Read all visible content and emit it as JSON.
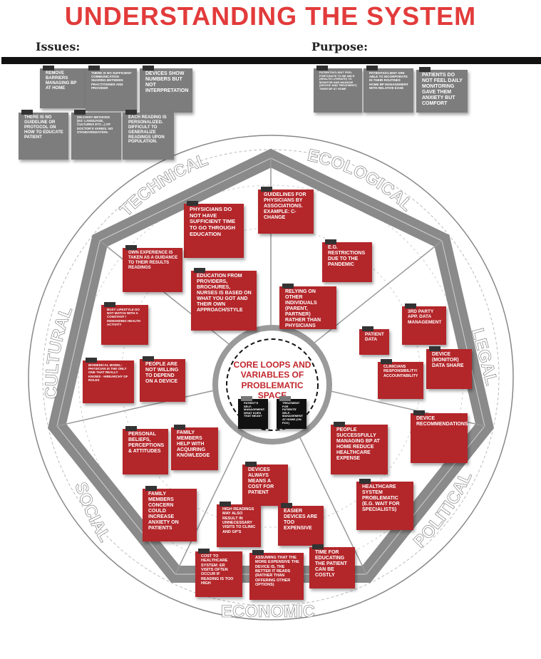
{
  "title": "UNDERSTANDING THE SYSTEM",
  "issues_label": "Issues:",
  "purpose_label": "Purpose:",
  "center_label": "CORE LOOPS AND VARIABLES OF PROBLEMATIC SPACE",
  "sectors": [
    "TECHNICAL",
    "ECOLOGICAL",
    "LEGAL",
    "POLITICAL",
    "ECONOMIC",
    "SOCIAL",
    "CULTURAL"
  ],
  "colors": {
    "title": "#e23b3b",
    "note_red": "#b3262a",
    "note_gray": "#7d7d7d",
    "band": "#8a8a8a"
  },
  "issues": [
    "REMOVE BARRIERS MANAGING BP AT HOME",
    "THERE IS NO SUFFICIENT COMMUNICATION SHARING BETWEEN PRACTITIONER AND PROVIDER",
    "DEVICES SHOW NUMBERS BUT NOT INTERPRETATION",
    "THERE IS NO GUIDELINE OR PROTOCOL ON HOW TO EDUCATE PATIENT",
    "DELIVERY METHODS (EX: LANGUAGE, CULTURES ETC...) OF DOCTOR'S VARIES. NO STANDARDIZATION.",
    "EACH READING IS PERSONALIZED. DIFFICULT TO GENERALIZE READINGS UPON POPULATION."
  ],
  "purpose": [
    "PATIENTS/CLIENT FEEL FORTUNATE TO BE ABLE (HEALTH LITERATE) TO MONITOR AND MANAGE (DEVICE AND TREATMENT) THEIR BP AT HOME",
    "PATIENTS/CLIENT ARE ABLE TO INCORPORATE IN THEIR ROUTINES HOME BP MANAGEMENT WITH RELATIVE EASE",
    "PATIENTS DO NOT FEEL DAILY MONITORING GAVE THEM ANXIETY BUT COMFORT"
  ],
  "core_notes": [
    "PATIENT'S SELF-MANAGEMENT. WHAT DOES THAT MEAN?",
    "TREATMENT FOR PATIENTS' SELF-MANAGEMENT AT HOME (ON POV)"
  ],
  "wheel_notes": [
    "GUIDELINES FOR PHYSICIANS BY ASSOCIATIONS. EXAMPLE: C-CHANGE",
    "PHYSICIANS DO NOT HAVE SUFFICIENT TIME TO GO THROUGH EDUCATION",
    "OWN EXPERIENCE IS TAKEN AS A GUIDANCE TO THEIR RESULTS READINGS",
    "E.G. RESTRICTIONS DUE TO THE PANDEMIC",
    "EDUCATION FROM PROVIDERS, BROCHURES, NURSES IS BASED ON WHAT YOU GOT AND THEIR OWN APPROACH/STYLE",
    "RELYING ON OTHER INDIVIDUALS (PARENT, PARTNER) RATHER THAN PHYSICIANS",
    "BUSY LIFESTYLE DO NOT MATCH WITH A CONSTANT / DEMANDING HEALTH ACTIVITY",
    "3RD PARTY APP. DATA MANAGEMENT",
    "PATIENT DATA",
    "DEVICE (MONITOR) DATA SHARE",
    "CLINICIANS RESPONSIBILITY/ ACCOUNTABILITY",
    "BIOMEDICAL MODEL: PHYSICIAN IS THE ONLY ONE THAT REALLY KNOWS - HIREARCHY OF ROLES",
    "PEOPLE ARE NOT WILLING TO DEPEND ON A DEVICE",
    "DEVICE RECOMMENDATIONS",
    "PERSONAL BELIEFS, PERCEPTIONS & ATTITUDES",
    "FAMILY MEMBERS HELP WITH ACQUIRING KNOWLEDGE",
    "PEOPLE SUCCESSFULLY MANAGING BP AT HOME REDUCE HEALTHCARE EXPENSE",
    "DEVICES ALWAYS MEANS A COST FOR PATIENT",
    "HEALTHCARE SYSTEM PROBLEMATIC (E.G. WAIT FOR SPECIALISTS)",
    "FAMILY MEMBERS CONCERN COULD INCREASE ANXIETY ON PATIENTS",
    "HIGH READINGS MAY ALSO RESULT IN UNNECESSARY VISITS TO CLINIC AND GP'S",
    "EASIER DEVICES ARE TOO EXPENSIVE",
    "COST TO HEALTHCARE SYSTEM: ER VISITS OFTEN OCCUR IF READING IS TOO HIGH",
    "ASSUMING THAT THE MORE EXPENSIVE THE DEVICE IS, THE BETTER IT READS (RATHER THAN OFFERING OTHER OPTIONS)",
    "TIME FOR EDUCATING THE PATIENT CAN BE COSTLY"
  ]
}
